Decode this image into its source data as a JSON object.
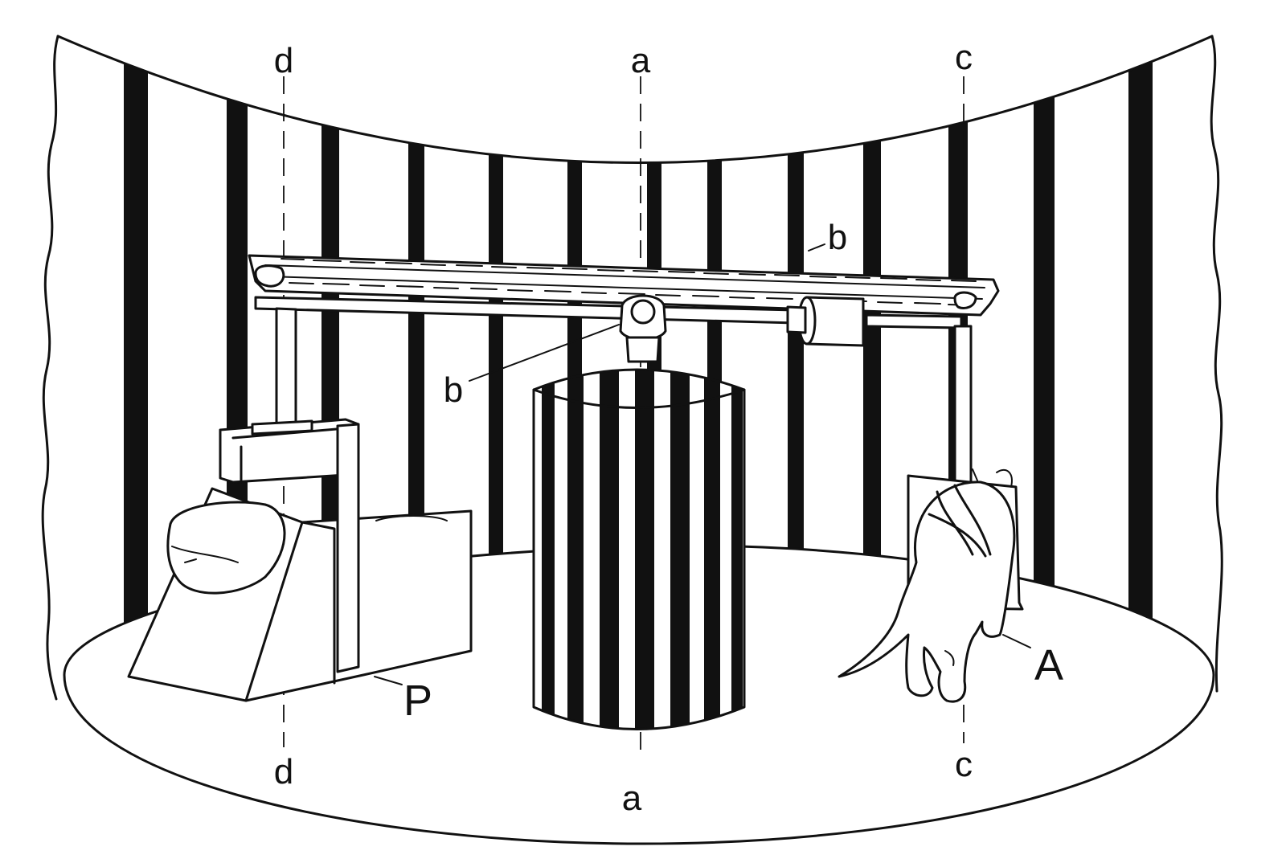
{
  "labels": {
    "a_top": "a",
    "a_bottom": "a",
    "b_top": "b",
    "b_left": "b",
    "c_top": "c",
    "c_bottom": "c",
    "d_top": "d",
    "d_bottom": "d",
    "P": "P",
    "A": "A"
  },
  "colors": {
    "ink": "#111111",
    "paper": "#ffffff"
  }
}
